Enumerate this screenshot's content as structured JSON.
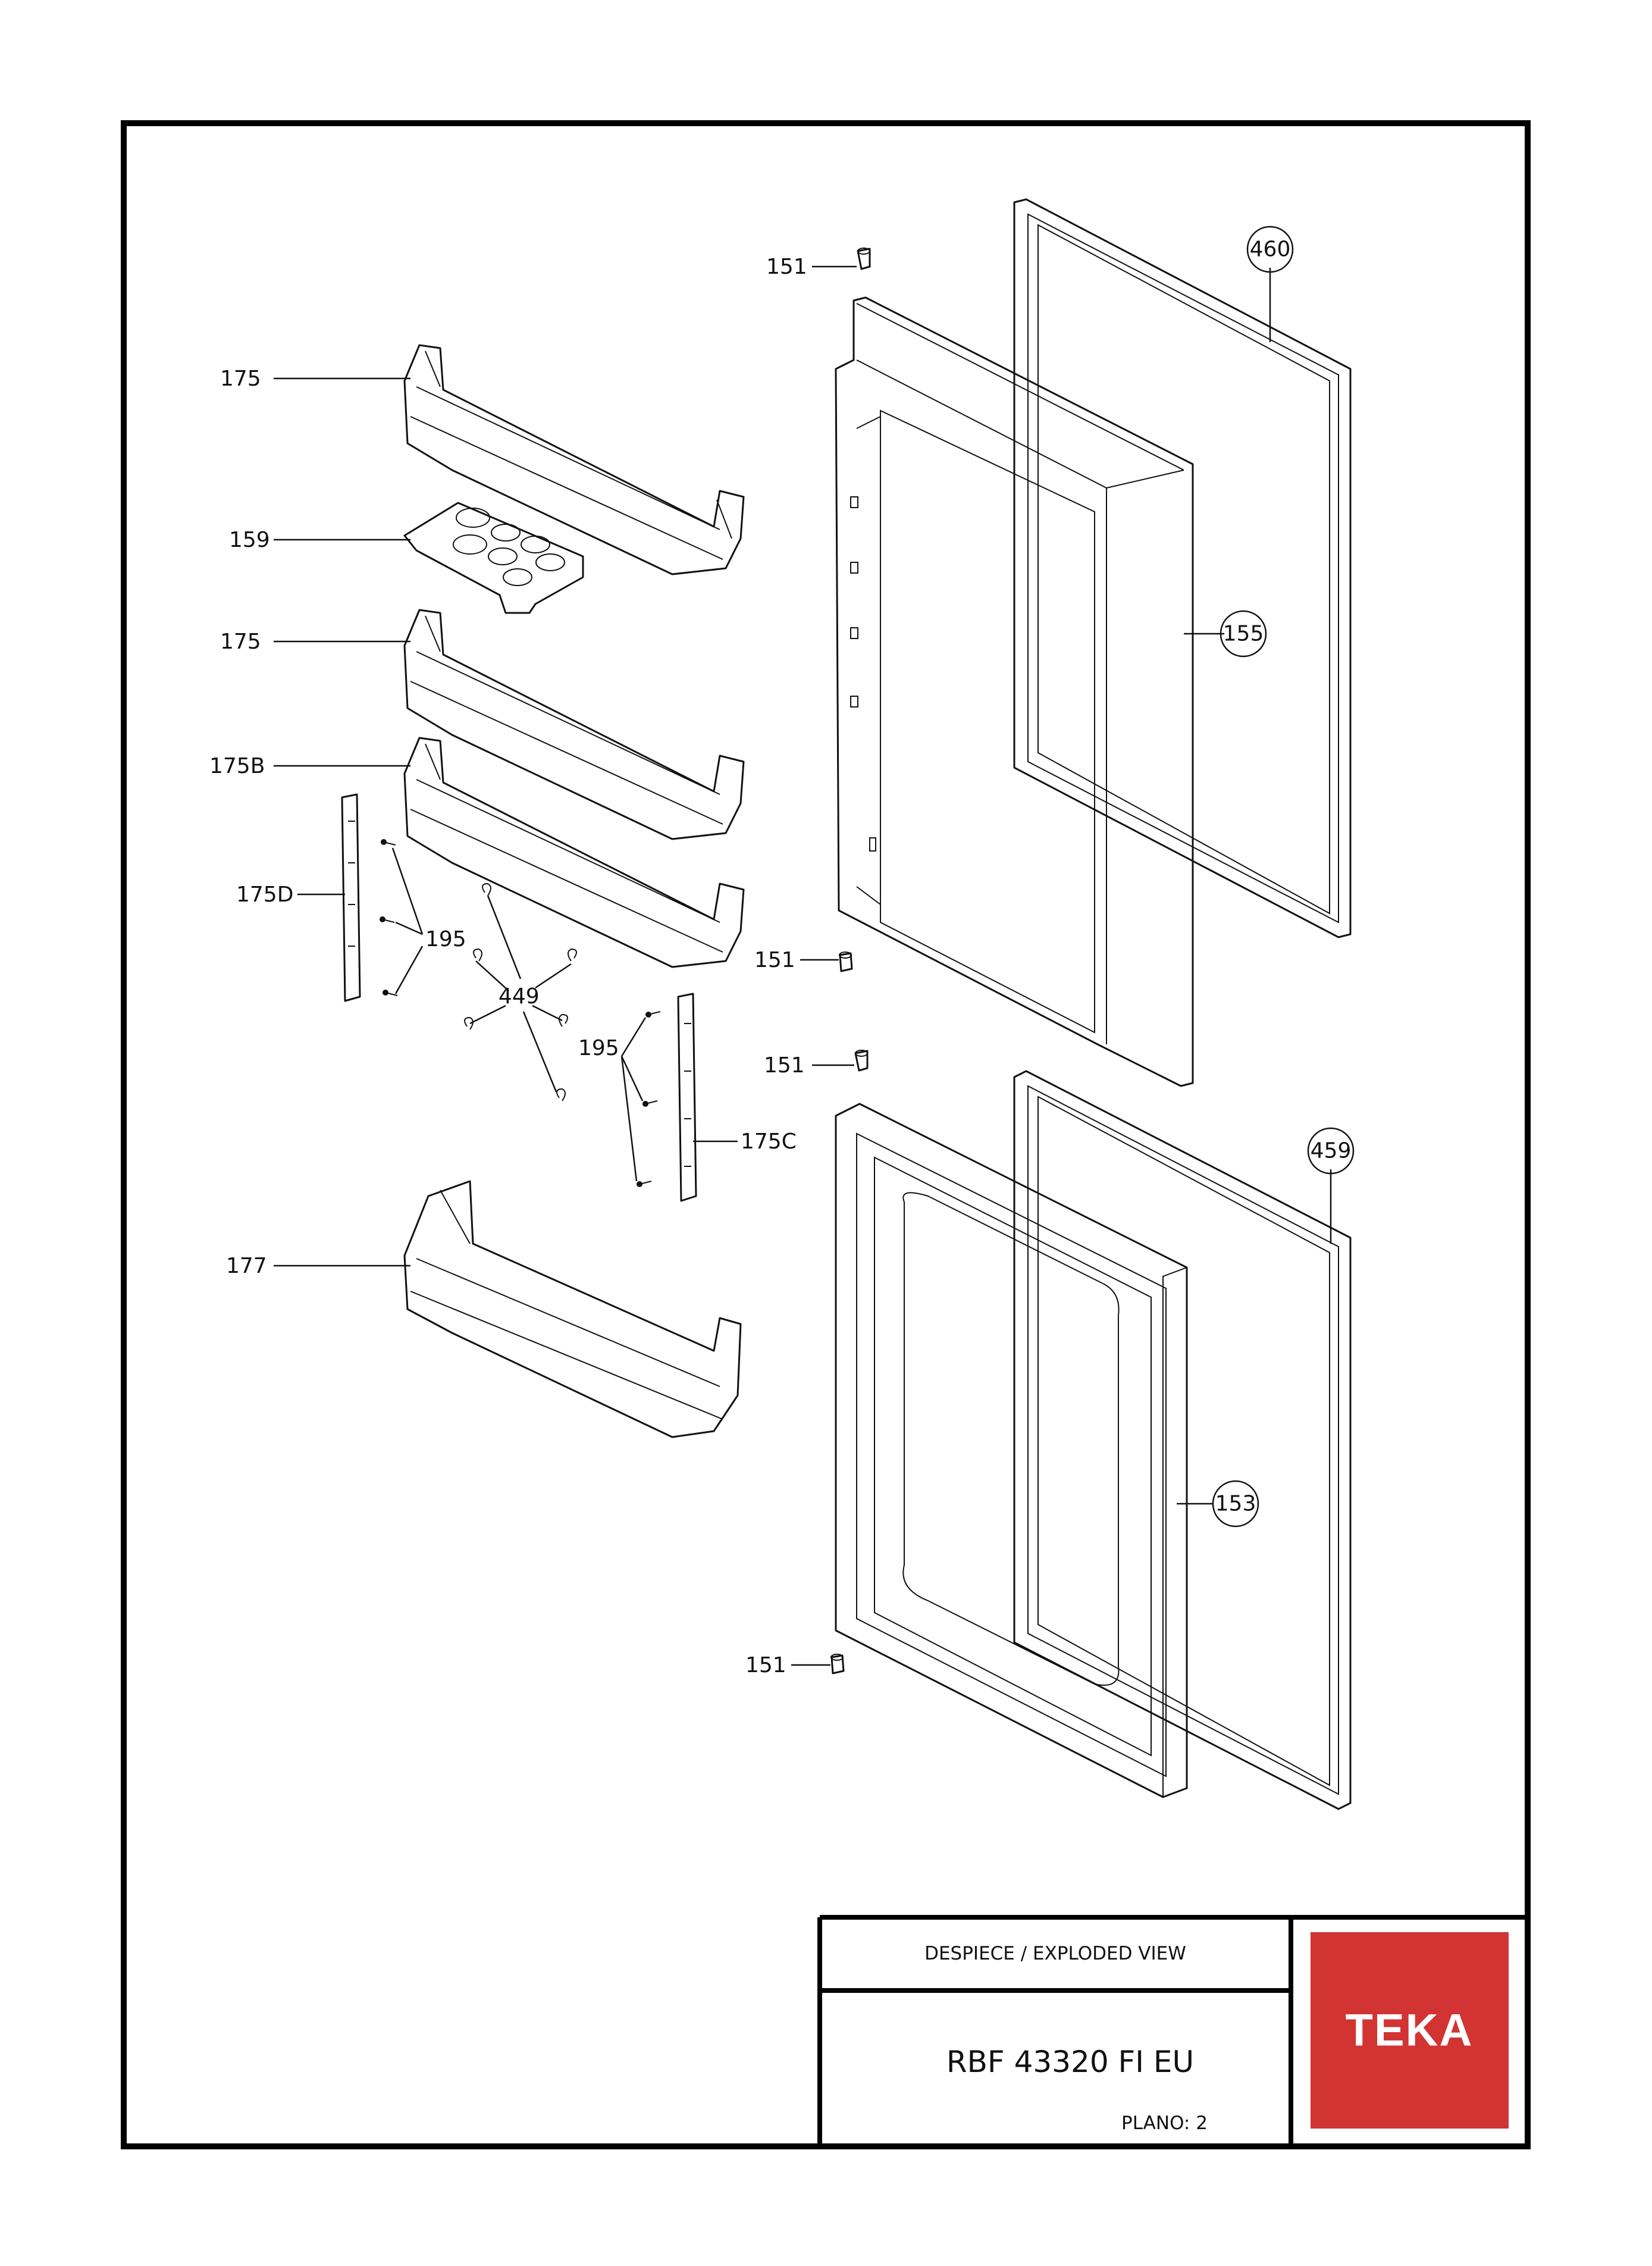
{
  "callouts": {
    "c151_top": "151",
    "c175_top": "175",
    "c159": "159",
    "c175_mid": "175",
    "c175b": "175B",
    "c175d": "175D",
    "c195_left": "195",
    "c449": "449",
    "c195_right": "195",
    "c175c": "175C",
    "c177": "177",
    "c151_mid1": "151",
    "c151_mid2": "151",
    "c151_bot": "151",
    "c460": "460",
    "c155": "155",
    "c459": "459",
    "c153": "153"
  },
  "title_block": {
    "view_title": "DESPIECE / EXPLODED VIEW",
    "model": "RBF 43320 FI EU",
    "sheet": "PLANO: 2",
    "brand": "TEKA",
    "brand_color": "#d23433"
  }
}
